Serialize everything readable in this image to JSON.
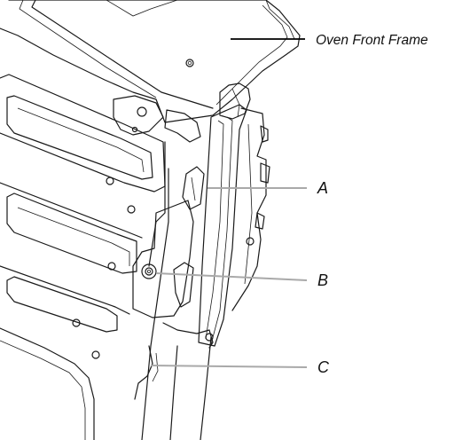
{
  "diagram": {
    "callouts": {
      "oven_front_frame": "Oven Front Frame",
      "a": "A",
      "b": "B",
      "c": "C"
    },
    "colors": {
      "line_art": "#1a1a1a",
      "leader_primary": "#000000",
      "leader_secondary": "#a9a9a9",
      "background": "#ffffff"
    }
  }
}
